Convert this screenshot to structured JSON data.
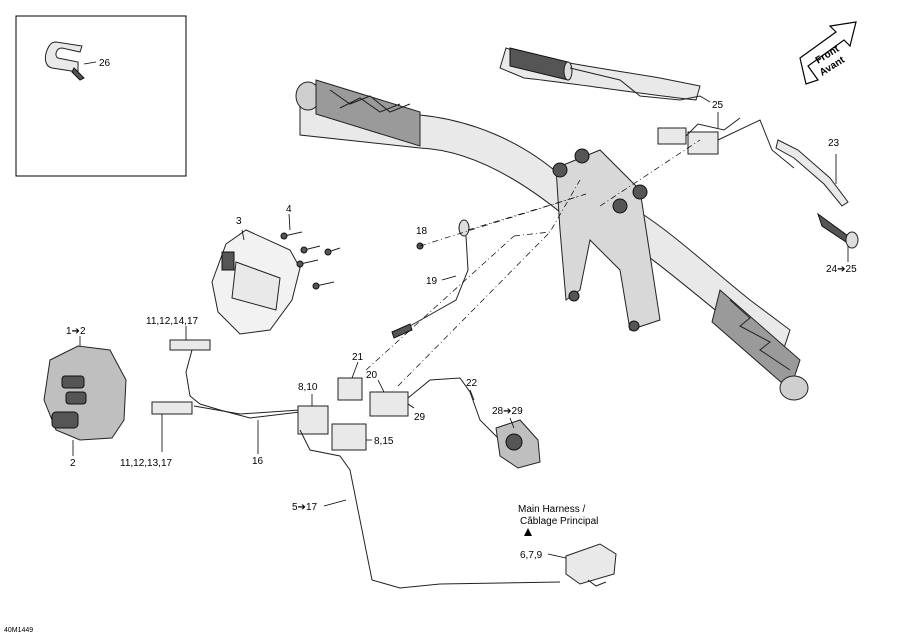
{
  "figure_code": "40M1449",
  "front_arrow": {
    "line1": "Front",
    "line2": "Avant"
  },
  "harness_note": {
    "line1": "Main Harness /",
    "line2": "Câblage Principal"
  },
  "callouts": {
    "c26": "26",
    "c25": "25",
    "c23": "23",
    "c24_25": "24➔25",
    "c3": "3",
    "c4": "4",
    "c18": "18",
    "c19": "19",
    "c11_12_14_17": "11,12,14,17",
    "c1_2": "1➔2",
    "c2": "2",
    "c11_12_13_17": "11,12,13,17",
    "c16": "16",
    "c21": "21",
    "c20": "20",
    "c22": "22",
    "c29": "29",
    "c28_29": "28➔29",
    "c8_10": "8,10",
    "c8_15": "8,15",
    "c5_17": "5➔17",
    "c6_7_9": "6,7,9"
  }
}
